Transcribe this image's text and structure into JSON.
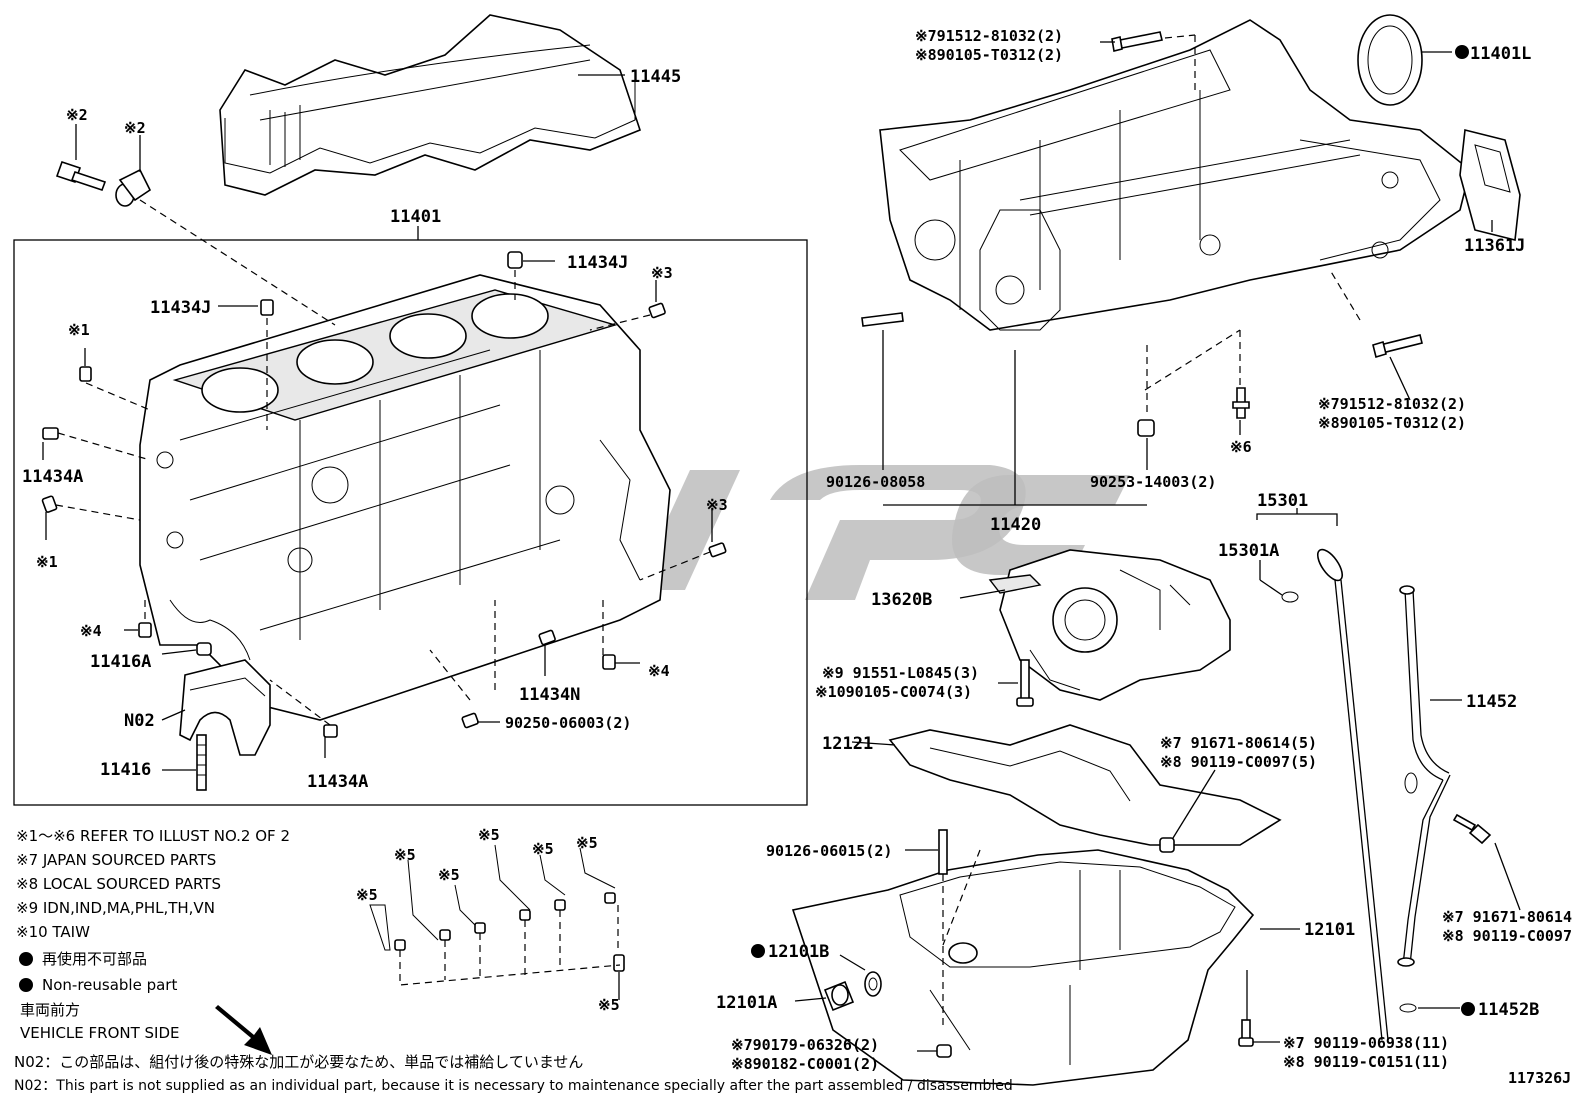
{
  "labels": {
    "p11445": "11445",
    "p11401": "11401",
    "p11434J_a": "11434J",
    "p11434J_b": "11434J",
    "p11434A_a": "11434A",
    "p11434A_b": "11434A",
    "p11434N": "11434N",
    "p11416A": "11416A",
    "p11416": "11416",
    "pN02": "N02",
    "p90250": "90250-06003(2)",
    "p11401L": "11401L",
    "p11361J": "11361J",
    "p90126_08058": "90126-08058",
    "p90253": "90253-14003(2)",
    "p11420": "11420",
    "p15301": "15301",
    "p15301A": "15301A",
    "p13620B": "13620B",
    "p11452": "11452",
    "p12121": "12121",
    "p12101": "12101",
    "p12101B": "12101B",
    "p12101A": "12101A",
    "p11452B": "11452B",
    "p90126_06015": "90126-06015(2)",
    "top_ref_1": "※791512-81032(2)",
    "top_ref_2": "※890105-T0312(2)",
    "mid_ref_1": "※791512-81032(2)",
    "mid_ref_2": "※890105-T0312(2)",
    "ref_x6": "※6",
    "pump_ref_1": "※9 91551-L0845(3)",
    "pump_ref_2": "※1090105-C0074(3)",
    "shield_ref_1": "※7 91671-80614(5)",
    "shield_ref_2": "※8 90119-C0097(5)",
    "tube_ref_1": "※7 91671-80614",
    "tube_ref_2": "※8 90119-C0097",
    "pan_ref_1": "※7  90119-06938(11)",
    "pan_ref_2": "※8  90119-C0151(11)",
    "drain_ref_1": "※790179-06326(2)",
    "drain_ref_2": "※890182-C0001(2)",
    "x1_a": "※1",
    "x1_b": "※1",
    "x2_a": "※2",
    "x2_b": "※2",
    "x3_a": "※3",
    "x3_b": "※3",
    "x4_a": "※4",
    "x4_b": "※4",
    "x5_a": "※5",
    "x5_b": "※5",
    "x5_c": "※5",
    "x5_d": "※5",
    "x5_e": "※5",
    "x5_f": "※5",
    "x5_g": "※5",
    "figure_id": "117326J"
  },
  "legend": {
    "l1": "※1～※6  REFER TO ILLUST NO.2 OF 2",
    "l2": "※7   JAPAN SOURCED PARTS",
    "l3": "※8   LOCAL SOURCED PARTS",
    "l4": "※9   IDN,IND,MA,PHL,TH,VN",
    "l5": "※10 TAIW",
    "l6": "再使用不可部品",
    "l7": "Non-reusable part",
    "l8": "車両前方",
    "l9": "VEHICLE FRONT SIDE"
  },
  "footnotes": {
    "jp": "N02：この部品は、組付け後の特殊な加工が必要なため、単品では補給していません",
    "en": "N02：This part is not supplied as an individual part, because it is necessary to maintenance specially after the part assembled / disassembled"
  }
}
